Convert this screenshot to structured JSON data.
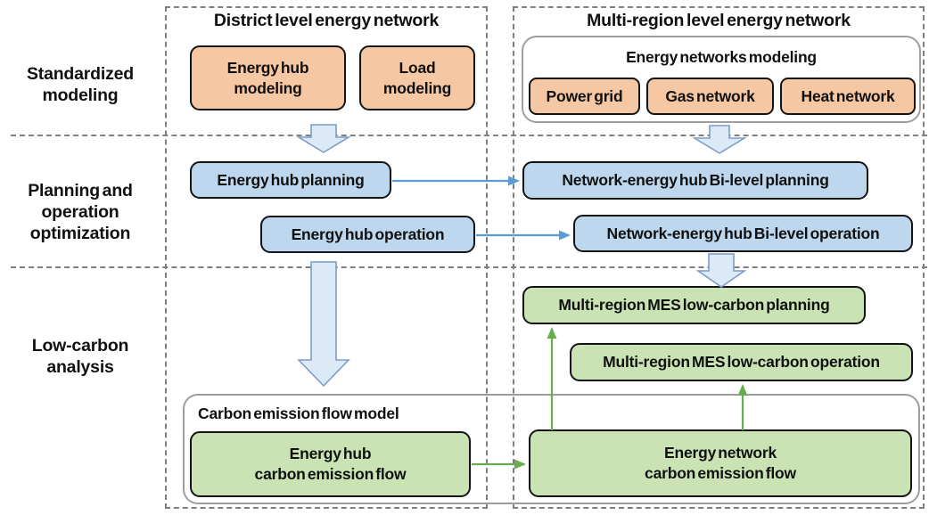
{
  "row_labels": [
    {
      "id": "standardized-modeling",
      "label": "Standardized modeling"
    },
    {
      "id": "planning-operation-optimization",
      "label": "Planning and operation optimization"
    },
    {
      "id": "low-carbon-analysis",
      "label": "Low-carbon analysis"
    }
  ],
  "columns": {
    "district": {
      "title": "District level energy network"
    },
    "multi_region": {
      "title": "Multi-region level energy network"
    }
  },
  "boxes": {
    "energy_hub_modeling": {
      "line1": "Energy hub",
      "line2": "modeling"
    },
    "load_modeling": {
      "line1": "Load",
      "line2": "modeling"
    },
    "energy_networks_modeling": "Energy networks modeling",
    "power_grid": "Power grid",
    "gas_network": "Gas network",
    "heat_network": "Heat network",
    "energy_hub_planning": "Energy hub planning",
    "energy_hub_operation": "Energy hub operation",
    "bilevel_planning": "Network-energy hub Bi-level planning",
    "bilevel_operation": "Network-energy hub Bi-level operation",
    "mes_planning": "Multi-region MES low-carbon planning",
    "mes_operation": "Multi-region MES low-carbon operation",
    "carbon_emission_flow_model": "Carbon emission flow model",
    "energy_hub_cef": {
      "line1": "Energy hub",
      "line2": "carbon emission flow"
    },
    "energy_network_cef": {
      "line1": "Energy network",
      "line2": "carbon emission flow"
    }
  },
  "colors": {
    "text": "#111111",
    "orange_fill": "#F6C7A3",
    "blue_fill": "#BDD7EE",
    "green_fill": "#C9E3B5",
    "box_border": "#141414",
    "container_border": "#9e9e9e",
    "dashed_line": "#7f7f7f",
    "block_arrow_fill": "#DCE9F7",
    "block_arrow_stroke": "#7C9CC9",
    "blue_arrow": "#5B9BD5",
    "green_arrow": "#67AC4D"
  }
}
